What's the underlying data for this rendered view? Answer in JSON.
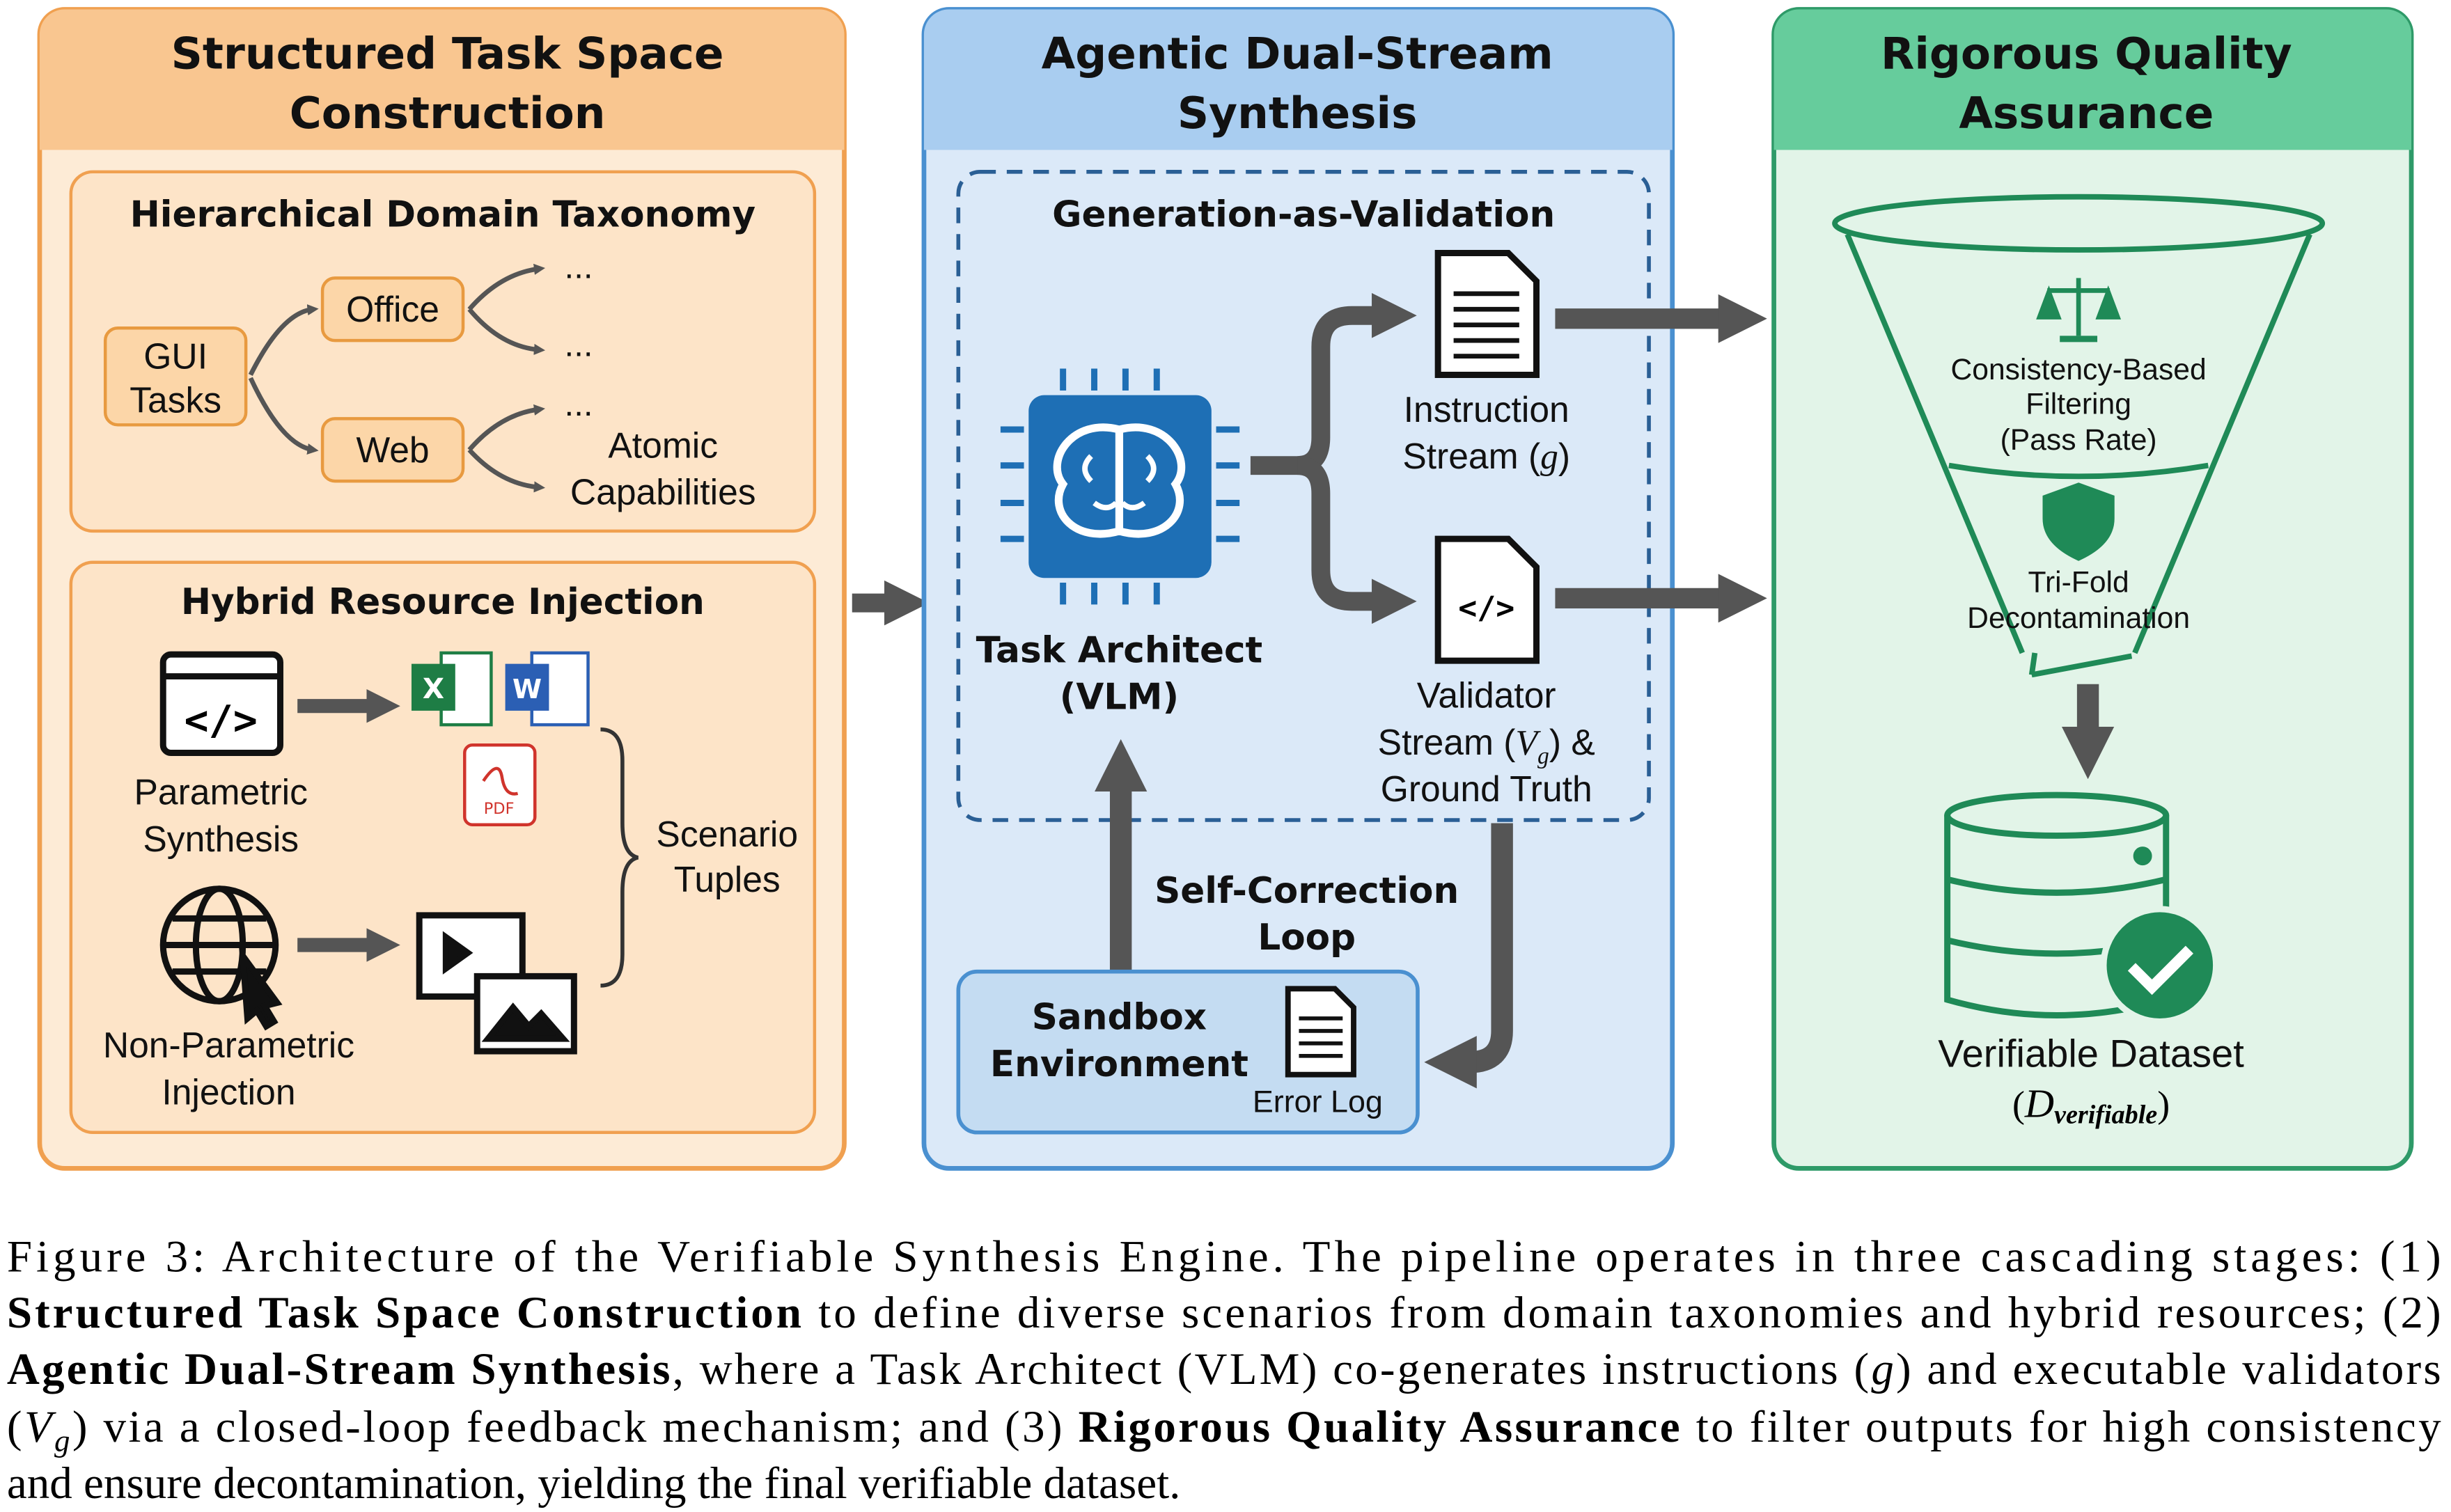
{
  "panels": {
    "structured": {
      "title": [
        "Structured Task Space",
        "Construction"
      ],
      "taxonomy": {
        "title": "Hierarchical Domain Taxonomy",
        "root": [
          "GUI",
          "Tasks"
        ],
        "office": "Office",
        "web": "Web",
        "ellipsis": "...",
        "leaf": [
          "Atomic",
          "Capabilities"
        ]
      },
      "resource": {
        "title": "Hybrid Resource Injection",
        "parametric": [
          "Parametric",
          "Synthesis"
        ],
        "non_parametric": [
          "Non-Parametric",
          "Injection"
        ],
        "scenario": [
          "Scenario",
          "Tuples"
        ],
        "excel_letter": "X",
        "word_letter": "W",
        "pdf_label": "PDF"
      },
      "color": "#f0a050"
    },
    "agentic": {
      "title": [
        "Agentic Dual-Stream",
        "Synthesis"
      ],
      "gen_title": "Generation-as-Validation",
      "architect": [
        "Task Architect",
        "(VLM)"
      ],
      "instruction": [
        "Instruction",
        "Stream (",
        "g",
        ")"
      ],
      "validator": [
        "Validator",
        "Stream (",
        "V",
        "g",
        ") &",
        "Ground Truth"
      ],
      "loop": [
        "Self-Correction",
        "Loop"
      ],
      "sandbox": [
        "Sandbox",
        "Environment"
      ],
      "error_log": "Error Log",
      "color": "#4a90d0"
    },
    "quality": {
      "title": [
        "Rigorous Quality",
        "Assurance"
      ],
      "filter": [
        "Consistency-Based",
        "Filtering",
        "(Pass Rate)"
      ],
      "decon": [
        "Tri-Fold",
        "Decontamination"
      ],
      "dataset": "Verifiable Dataset",
      "dataset_symbol": [
        "(",
        "D",
        "verifiable",
        ")"
      ],
      "color": "#2e9a68"
    }
  },
  "caption": {
    "l1": "Figure 3:  Architecture of the Verifiable Synthesis Engine.  The pipeline operates in three cascading stages:  (1)",
    "l2b": "Structured Task Space Construction",
    "l2": " to define diverse scenarios from domain taxonomies and hybrid resources; (2)",
    "l3b": "Agentic Dual-Stream Synthesis",
    "l3a": ", where a Task Architect (VLM) co-generates instructions (",
    "l3g": "g",
    "l3c": ") and executable validators",
    "l4a": "(",
    "l4v": "V",
    "l4g": "g",
    "l4b": ") via a closed-loop feedback mechanism; and (3) ",
    "l4bold": "Rigorous Quality Assurance",
    "l4c": " to filter outputs for high consistency",
    "l5": "and ensure decontamination, yielding the final verifiable dataset."
  }
}
